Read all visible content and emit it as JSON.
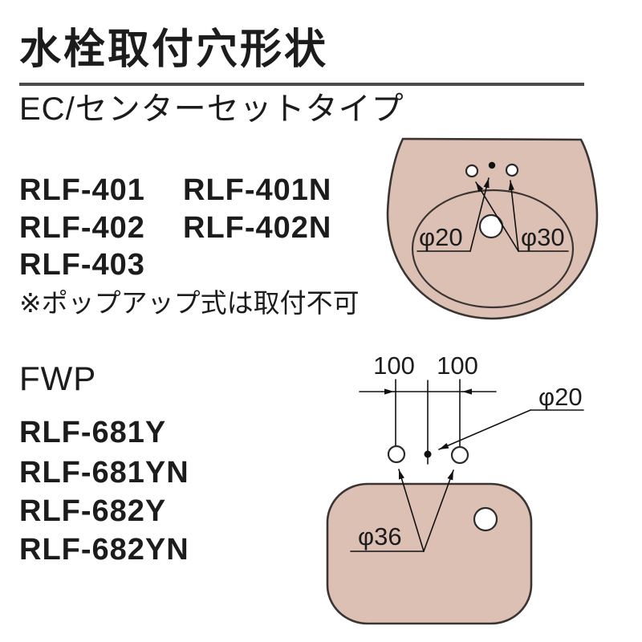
{
  "page": {
    "title": "水栓取付穴形状"
  },
  "ec_section": {
    "heading": "EC/センターセットタイプ",
    "models_col1": [
      "RLF-401",
      "RLF-402",
      "RLF-403"
    ],
    "models_col2": [
      "RLF-401N",
      "RLF-402N"
    ],
    "note": "※ポップアップ式は取付不可",
    "diagram": {
      "center_hole_label": "φ20",
      "side_hole_label": "φ30"
    }
  },
  "fwp_section": {
    "heading": "FWP",
    "models": [
      "RLF-681Y",
      "RLF-681YN",
      "RLF-682Y",
      "RLF-682YN"
    ],
    "diagram": {
      "left_dim": "100",
      "right_dim": "100",
      "center_hole_label": "φ20",
      "side_hole_label": "φ36"
    }
  },
  "colors": {
    "basin_fill": "#ddc0b4",
    "basin_outline": "#3a3533",
    "line": "#111111",
    "text": "#1c1c1c",
    "rule": "#4a4a4a"
  }
}
